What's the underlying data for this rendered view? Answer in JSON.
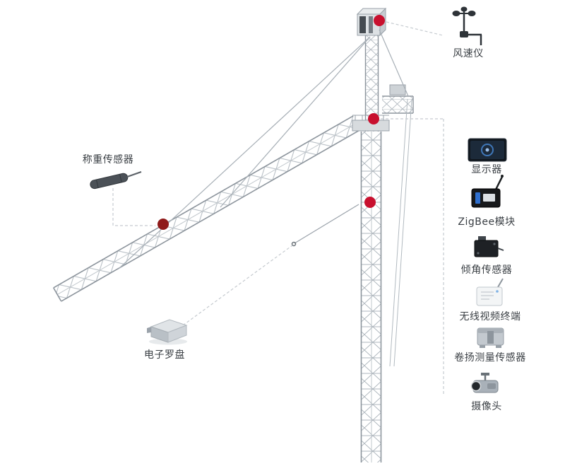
{
  "colors": {
    "marker_red": "#c8102e",
    "marker_dark_red": "#8f1a1a",
    "structure_grey": "#8d959d",
    "dashed_line": "#c6cbd0",
    "text": "#3a3f44",
    "background": "#ffffff"
  },
  "labels": {
    "anemometer": "风速仪",
    "weight_sensor": "称重传感器",
    "display": "显示器",
    "zigbee_module": "ZigBee模块",
    "tilt_sensor": "倾角传感器",
    "wireless_video_terminal": "无线视频终端",
    "hoist_sensor": "卷扬测量传感器",
    "camera": "摄像头",
    "compass": "电子罗盘"
  }
}
